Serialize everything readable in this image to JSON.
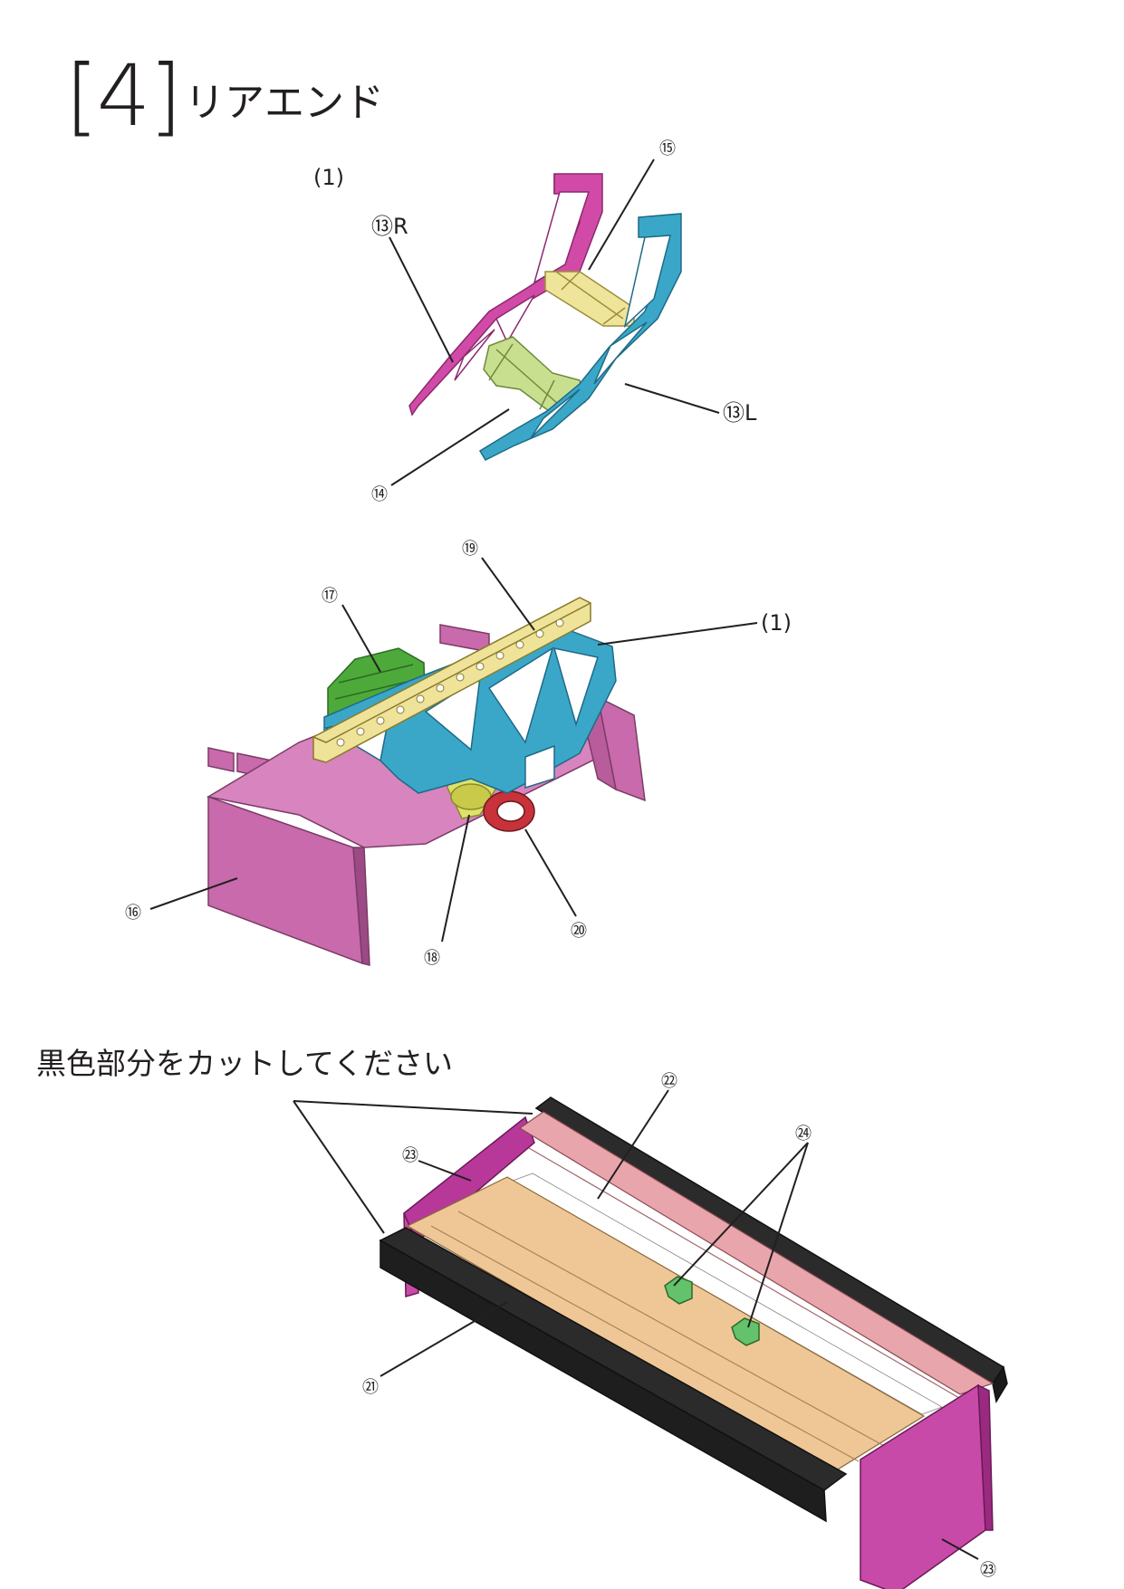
{
  "header": {
    "step_number": "[4]",
    "title": "リアエンド"
  },
  "subassembly_1": {
    "label": "(1)",
    "parts": {
      "p13R": "⑬R",
      "p15": "⑮",
      "p13L": "⑬L",
      "p14": "⑭"
    }
  },
  "subassembly_2": {
    "ref_label": "(1)",
    "parts": {
      "p19": "⑲",
      "p17": "⑰",
      "p16": "⑯",
      "p18": "⑱",
      "p20": "⑳"
    }
  },
  "rear_wing": {
    "note": "黒色部分をカットしてください",
    "parts": {
      "p22": "㉒",
      "p23_top": "㉓",
      "p24": "㉔",
      "p21": "㉑",
      "p23_bottom": "㉓"
    }
  },
  "colors": {
    "magenta": "#d24aa8",
    "cyan": "#3aa7c8",
    "yellow_green": "#c7df8f",
    "yellow": "#eee59a",
    "pink_body": "#c86aac",
    "green_engine": "#4daa3a",
    "red_ring": "#c8323a",
    "wing_black": "#2b2b2b",
    "wing_pink": "#e8a6ac",
    "wing_tan": "#efc796",
    "mount_green": "#63c26b"
  }
}
